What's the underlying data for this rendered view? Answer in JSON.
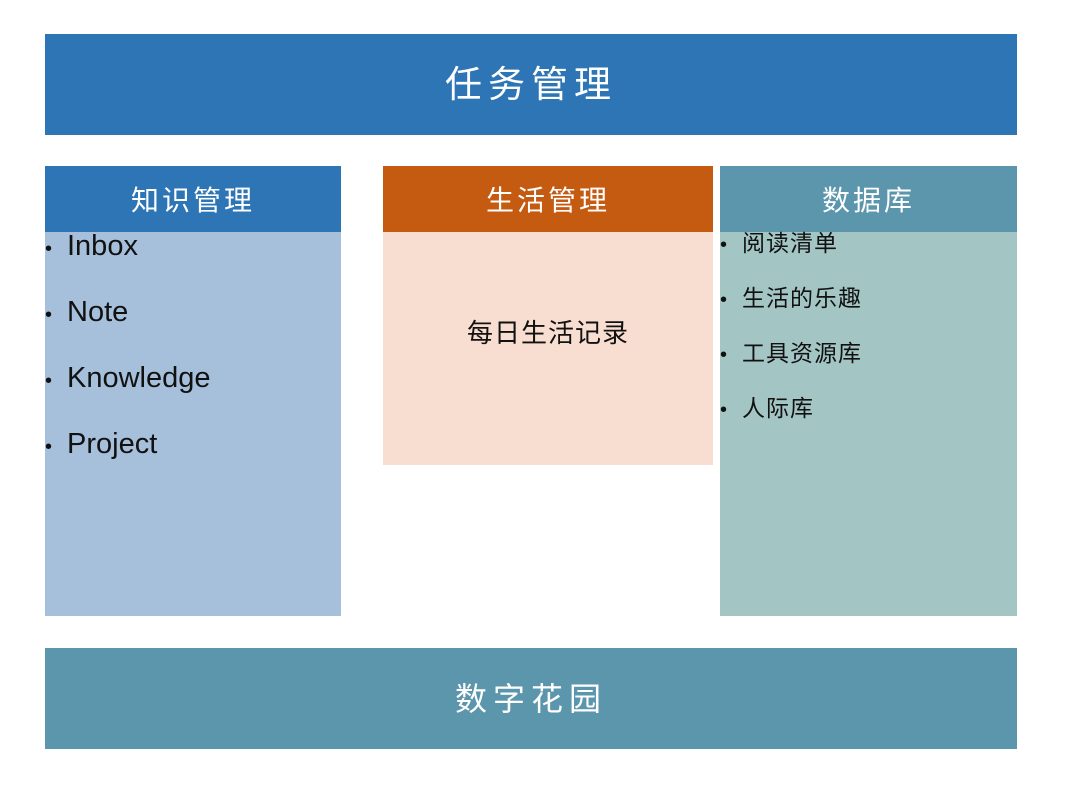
{
  "diagram": {
    "top_banner": {
      "label": "任务管理",
      "color": "#2E75B6"
    },
    "bottom_banner": {
      "label": "数字花园",
      "color": "#5B96AC"
    },
    "columns": [
      {
        "id": "knowledge",
        "header": "知识管理",
        "header_color": "#2E75B6",
        "body_color": "#A6C0DC",
        "items": [
          {
            "bullet": "•",
            "label": "Inbox"
          },
          {
            "bullet": "•",
            "label": "Note"
          },
          {
            "bullet": "•",
            "label": "Knowledge"
          },
          {
            "bullet": "•",
            "label": "Project"
          }
        ]
      },
      {
        "id": "life",
        "header": "生活管理",
        "header_color": "#C55A11",
        "body_color": "#F8DED1",
        "center_text": "每日生活记录"
      },
      {
        "id": "database",
        "header": "数据库",
        "header_color": "#5B96AC",
        "body_color": "#A3C5C4",
        "items": [
          {
            "bullet": "•",
            "label": "阅读清单"
          },
          {
            "bullet": "•",
            "label": "生活的乐趣"
          },
          {
            "bullet": "•",
            "label": "工具资源库"
          },
          {
            "bullet": "•",
            "label": "人际库"
          }
        ]
      }
    ]
  }
}
